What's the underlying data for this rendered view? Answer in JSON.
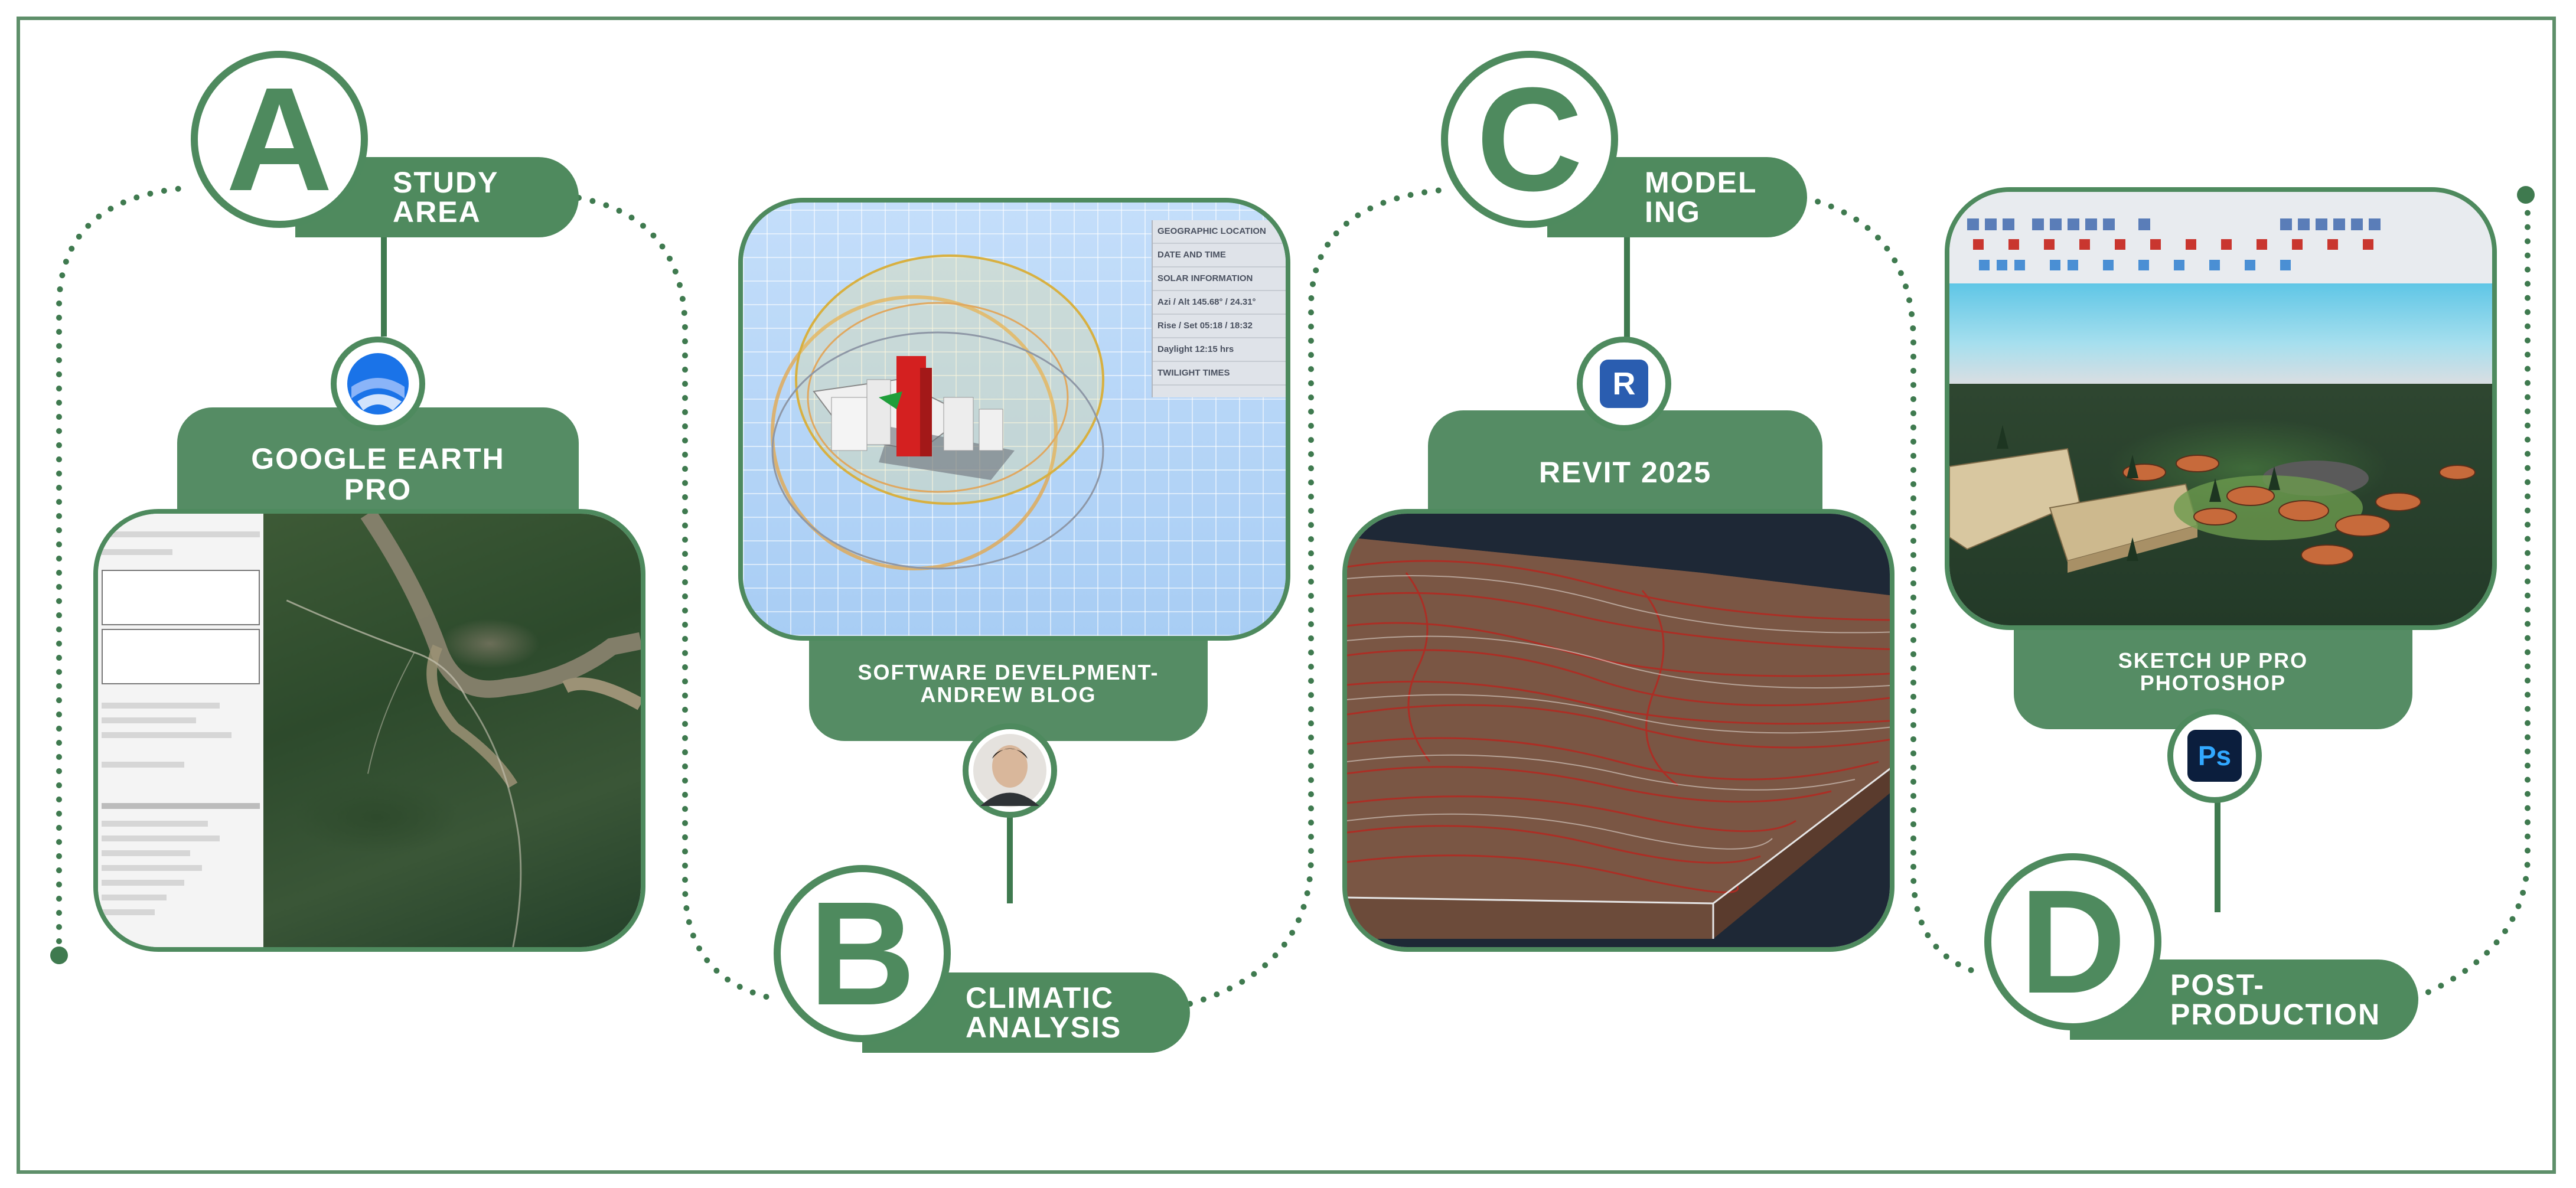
{
  "stages": [
    {
      "letter": "A",
      "label_line1": "STUDY",
      "label_line2": "AREA"
    },
    {
      "letter": "B",
      "label_line1": "CLIMATIC",
      "label_line2": "ANALYSIS"
    },
    {
      "letter": "C",
      "label_line1": "MODEL",
      "label_line2": "ING"
    },
    {
      "letter": "D",
      "label_line1": "POST-",
      "label_line2": "PRODUCTION"
    }
  ],
  "tools": {
    "a": {
      "line1": "GOOGLE EARTH",
      "line2": "PRO",
      "logo": "google-earth-logo"
    },
    "b": {
      "line1": "SOFTWARE DEVELPMENT-",
      "line2": "ANDREW BLOG",
      "logo": "author-avatar"
    },
    "c": {
      "line1": "REVIT 2025",
      "logo": "revit-logo",
      "logo_text": "R"
    },
    "d": {
      "line1": "SKETCH UP PRO",
      "line2": "PHOTOSHOP",
      "logo": "photoshop-logo",
      "logo_text": "Ps"
    }
  },
  "sun_panel": {
    "rows": [
      "GEOGRAPHIC LOCATION",
      "DATE AND TIME",
      "SOLAR INFORMATION",
      "Azi / Alt",
      "Rise / Set",
      "Daylight",
      "TWILIGHT TIMES"
    ],
    "values": [
      "",
      "",
      "",
      "145.68° / 24.31°",
      "05:18 / 18:32",
      "12:15 hrs",
      ""
    ]
  },
  "colors": {
    "accent": "#4e8a5e",
    "pill": "#558c64",
    "dots": "#3f7a4f",
    "revit_blue": "#2a5db0",
    "photoshop_bg": "#0b1e3d",
    "photoshop_fg": "#31a8ff"
  }
}
